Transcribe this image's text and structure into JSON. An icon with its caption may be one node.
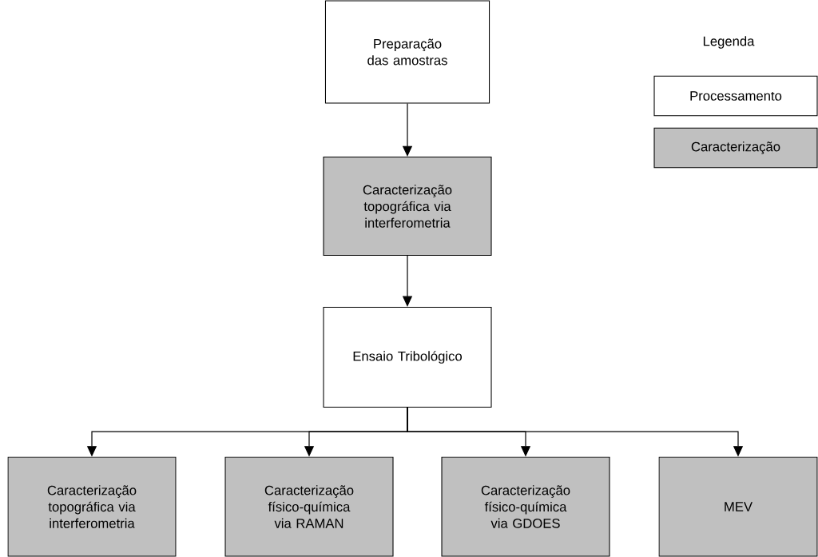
{
  "diagram": {
    "nodes": [
      {
        "text": [
          "Preparação das amostras"
        ]
      },
      {
        "text": [
          "Caracterização topográfica via interferometria"
        ]
      },
      {
        "text": [
          "Ensaio Tribológico"
        ]
      },
      {
        "text": [
          "Caracterização topográfica via interferometria"
        ]
      },
      {
        "text": [
          "Caracterização físico-química via RAMAN"
        ]
      },
      {
        "text": [
          "Caracterização físico-química via GDOES"
        ]
      },
      {
        "text": [
          "MEV"
        ]
      }
    ],
    "edges": [
      {
        "from": 0,
        "to": 1,
        "arrow": "to"
      },
      {
        "from": 1,
        "to": 2,
        "arrow": "to"
      },
      {
        "from": 2,
        "to": 3,
        "arrow": "to"
      },
      {
        "from": 2,
        "to": 4,
        "arrow": "to"
      },
      {
        "from": 2,
        "to": 5,
        "arrow": "to"
      },
      {
        "from": 2,
        "to": 6,
        "arrow": "to"
      }
    ],
    "labels": [
      "Legenda"
    ],
    "legend": [
      {
        "text": "Processamento"
      },
      {
        "text": "Caracterização",
        "color": "#c0c0c0"
      }
    ]
  }
}
